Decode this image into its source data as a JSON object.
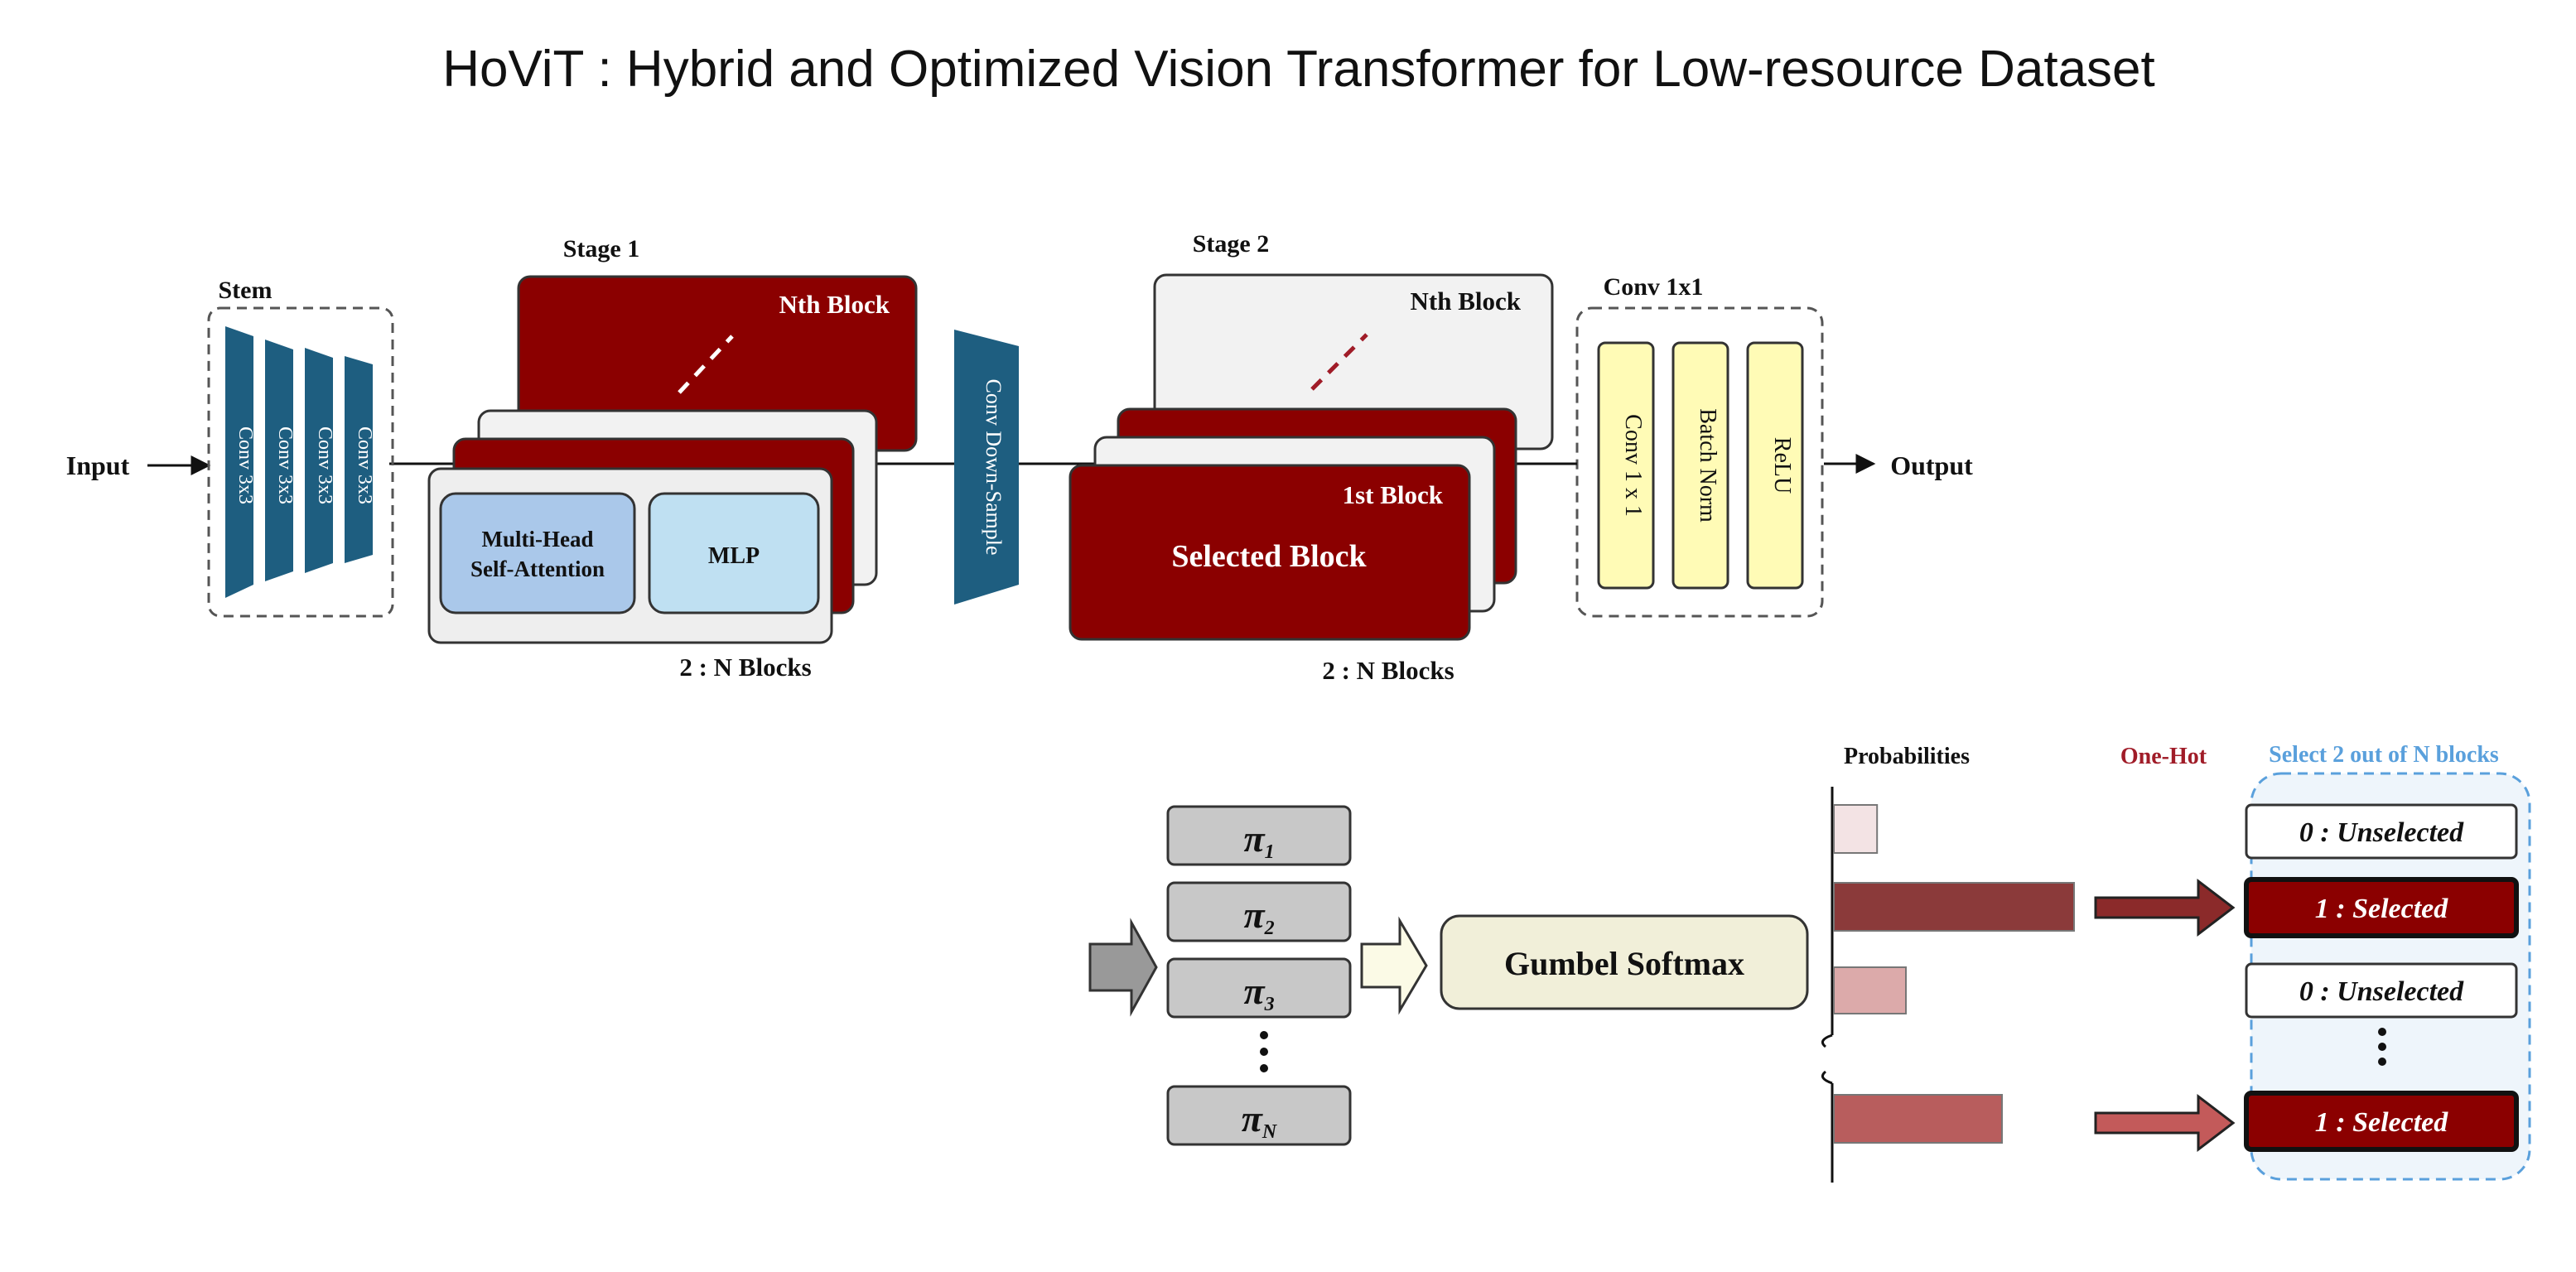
{
  "title": "HoViT : Hybrid and Optimized Vision Transformer for Low-resource Dataset",
  "colors": {
    "dark_red": "#8b0000",
    "stem_blue": "#1e5e80",
    "yellow": "#fffbb6",
    "light_blue": "#aac8ea",
    "light_cyan": "#bfe0f2",
    "gray_box": "#c8c8c8",
    "pale_gray": "#f2f2f2",
    "cream": "#f1efd9",
    "select_blue": "#5aa0dc",
    "one_hot_red": "#a01c28"
  },
  "labels": {
    "input": "Input",
    "output": "Output",
    "stem": "Stem",
    "stem_convs": [
      "Conv 3x3",
      "Conv 3x3",
      "Conv 3x3",
      "Conv 3x3"
    ],
    "stage1": "Stage 1",
    "stage2": "Stage 2",
    "nth_block": "Nth Block",
    "first_block": "1st Block",
    "selected_block": "Selected Block",
    "mhsa_line1": "Multi-Head",
    "mhsa_line2": "Self-Attention",
    "mlp": "MLP",
    "n_blocks": "2 : N Blocks",
    "conv_downsample": "Conv Down-Sample",
    "conv1x1_title": "Conv 1x1",
    "conv1x1_items": [
      "Conv 1 x 1",
      "Batch Norm",
      "ReLU"
    ],
    "probabilities": "Probabilities",
    "one_hot": "One-Hot",
    "select_title": "Select 2 out of N blocks",
    "gumbel": "Gumbel Softmax",
    "pi": [
      "π",
      "π",
      "π",
      "π"
    ],
    "pi_subs": [
      "1",
      "2",
      "3",
      "N"
    ],
    "selections": [
      "0 : Unselected",
      "1 : Selected",
      "0 : Unselected",
      "1 : Selected"
    ]
  },
  "probability_bars": [
    0.18,
    1.0,
    0.3,
    0.7
  ]
}
